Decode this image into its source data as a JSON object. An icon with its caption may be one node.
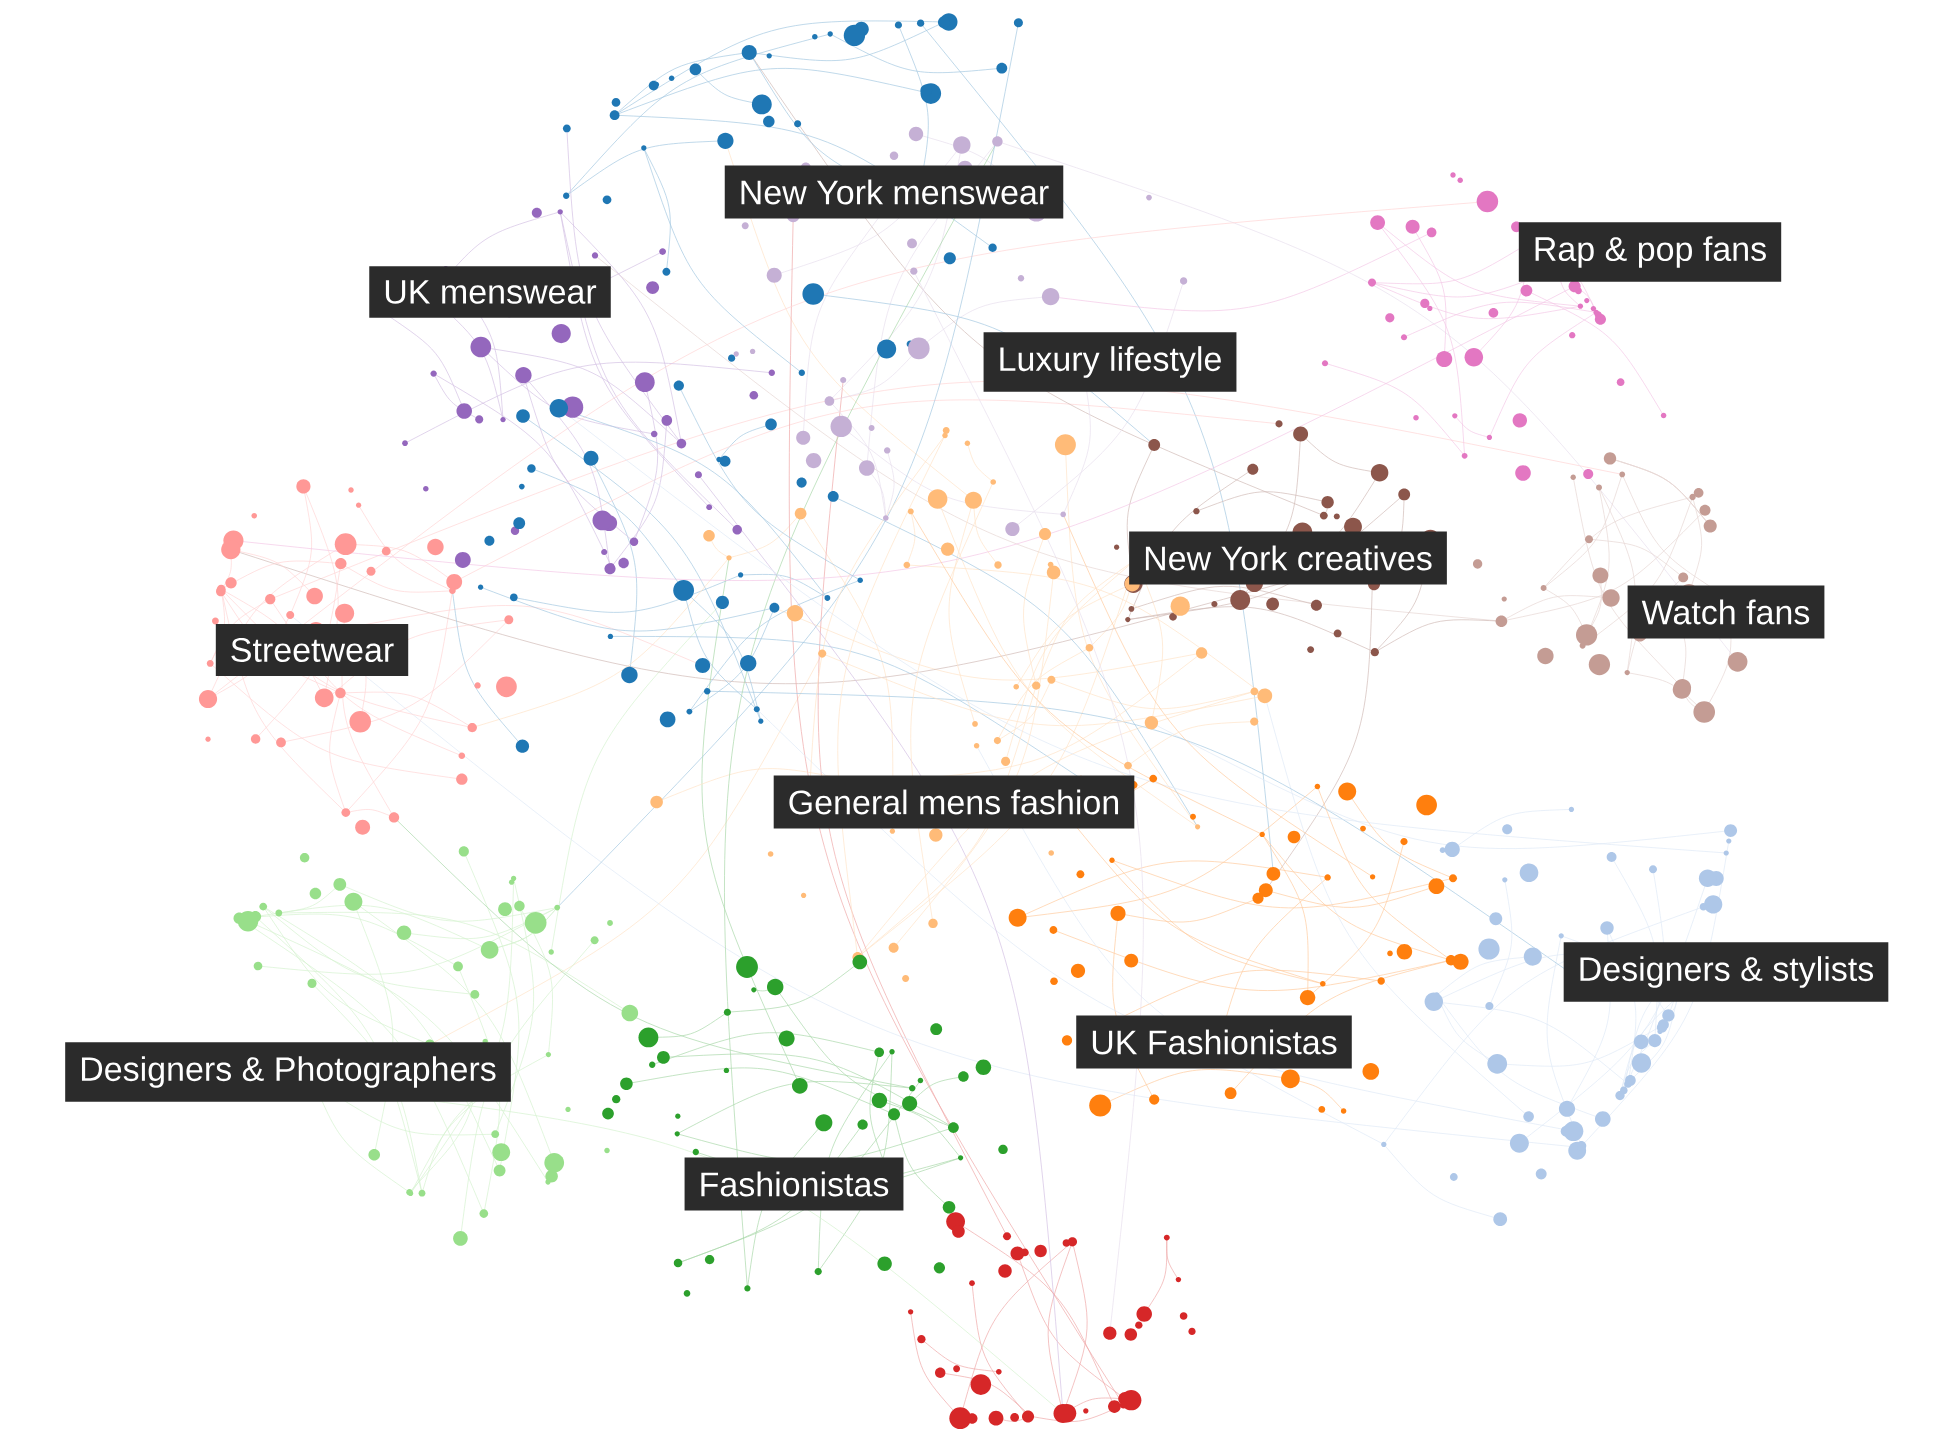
{
  "diagram": {
    "nodes": [
      {
        "text": [
          "New York menswear"
        ]
      },
      {
        "text": [
          "Rap & pop fans"
        ]
      },
      {
        "text": [
          "UK menswear"
        ]
      },
      {
        "text": [
          "Luxury lifestyle"
        ]
      },
      {
        "text": [
          "New York creatives"
        ]
      },
      {
        "text": [
          "Watch fans"
        ]
      },
      {
        "text": [
          "Streetwear"
        ]
      },
      {
        "text": [
          "General mens fashion"
        ]
      },
      {
        "text": [
          "Designers & stylists"
        ]
      },
      {
        "text": [
          "UK Fashionistas"
        ]
      },
      {
        "text": [
          "Designers & Photographers"
        ]
      },
      {
        "text": [
          "Fashionistas"
        ]
      }
    ]
  }
}
